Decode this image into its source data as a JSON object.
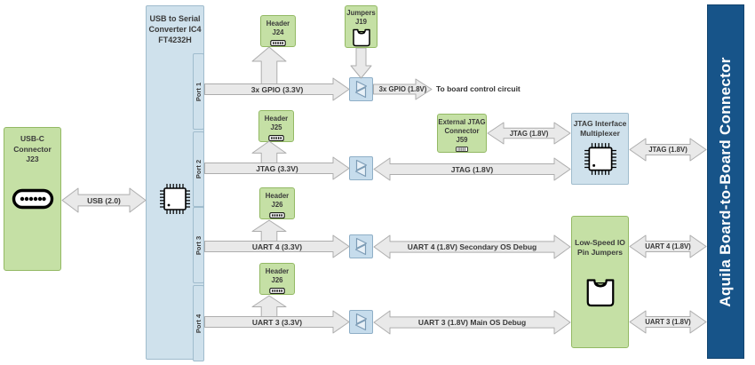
{
  "colors": {
    "green_fill": "#c5e0a5",
    "green_stroke": "#93b964",
    "blue_fill": "#cfe1ec",
    "blue_stroke": "#a0bccd",
    "bar_fill": "#175489",
    "arrow_fill": "#e9e9e9",
    "arrow_stroke": "#adadad"
  },
  "nodes": {
    "usb_c": {
      "line1": "USB-C",
      "line2": "Connector",
      "line3": "J23"
    },
    "converter": {
      "line1": "USB to Serial",
      "line2": "Converter IC4",
      "line3": "FT4232H"
    },
    "ports": [
      {
        "label": "Port 1"
      },
      {
        "label": "Port 2"
      },
      {
        "label": "Port 3"
      },
      {
        "label": "Port 4"
      }
    ],
    "header_j24": {
      "label": "Header J24"
    },
    "jumpers_j19": {
      "line1": "Jumpers",
      "line2": "J19"
    },
    "header_j25": {
      "label": "Header J25"
    },
    "header_j26_uart4": {
      "label": "Header J26"
    },
    "header_j26_uart3": {
      "label": "Header J26"
    },
    "external_jtag": {
      "line1": "External JTAG",
      "line2": "Connector J59"
    },
    "jtag_mux": {
      "line1": "JTAG Interface",
      "line2": "Multiplexer"
    },
    "low_speed_io": {
      "line1": "Low-Speed IO",
      "line2": "Pin Jumpers"
    },
    "b2b": {
      "label": "Aquila Board-to-Board Connector"
    }
  },
  "edges": {
    "usb": "USB (2.0)",
    "gpio_3v3": "3x GPIO (3.3V)",
    "gpio_1v8": "3x GPIO (1.8V)",
    "board_control_note": "To board control circuit",
    "jtag_3v3": "JTAG (3.3V)",
    "jtag_1v8_mux": "JTAG (1.8V)",
    "jtag_1v8_ext": "JTAG (1.8V)",
    "jtag_1v8_b2b": "JTAG (1.8V)",
    "uart4_3v3": "UART 4 (3.3V)",
    "uart4_1v8_debug": "UART 4 (1.8V) Secondary OS Debug",
    "uart4_1v8": "UART 4 (1.8V)",
    "uart3_3v3": "UART 3 (3.3V)",
    "uart3_1v8_debug": "UART 3 (1.8V) Main OS Debug",
    "uart3_1v8": "UART 3 (1.8V)"
  }
}
